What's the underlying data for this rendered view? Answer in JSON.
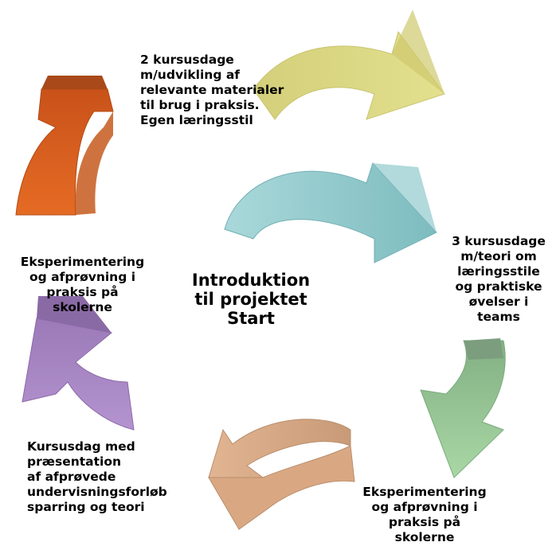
{
  "center": {
    "title": "Introduktion\ntil projektet\nStart"
  },
  "steps": [
    {
      "id": "step-top",
      "label": "2 kursusdage\nm/udvikling af\nrelevante materialer\ntil brug i praksis.\nEgen læringsstil"
    },
    {
      "id": "step-right",
      "label": "3 kursusdage\nm/teori om\nlæringsstile\nog praktiske\nøvelser i\nteams"
    },
    {
      "id": "step-bottom-right",
      "label": "Eksperimentering\nog afprøvning i\npraksis på\nskolerne"
    },
    {
      "id": "step-bottom-left",
      "label": "Kursusdag med\npræsentation\naf afprøvede\nundervisningsforløb\nsparring og teori"
    },
    {
      "id": "step-left",
      "label": "Eksperimentering\nog afprøvning i\npraksis på\nskolerne"
    }
  ],
  "colors": {
    "center_arrow": "#8fc7c9",
    "top_arrow": "#d9d47c",
    "right_arrow": "#9ccf9a",
    "bottom_arrow": "#d4a27a",
    "left_arrow": "#a986c4",
    "top_left_arrow": "#d9601e"
  }
}
